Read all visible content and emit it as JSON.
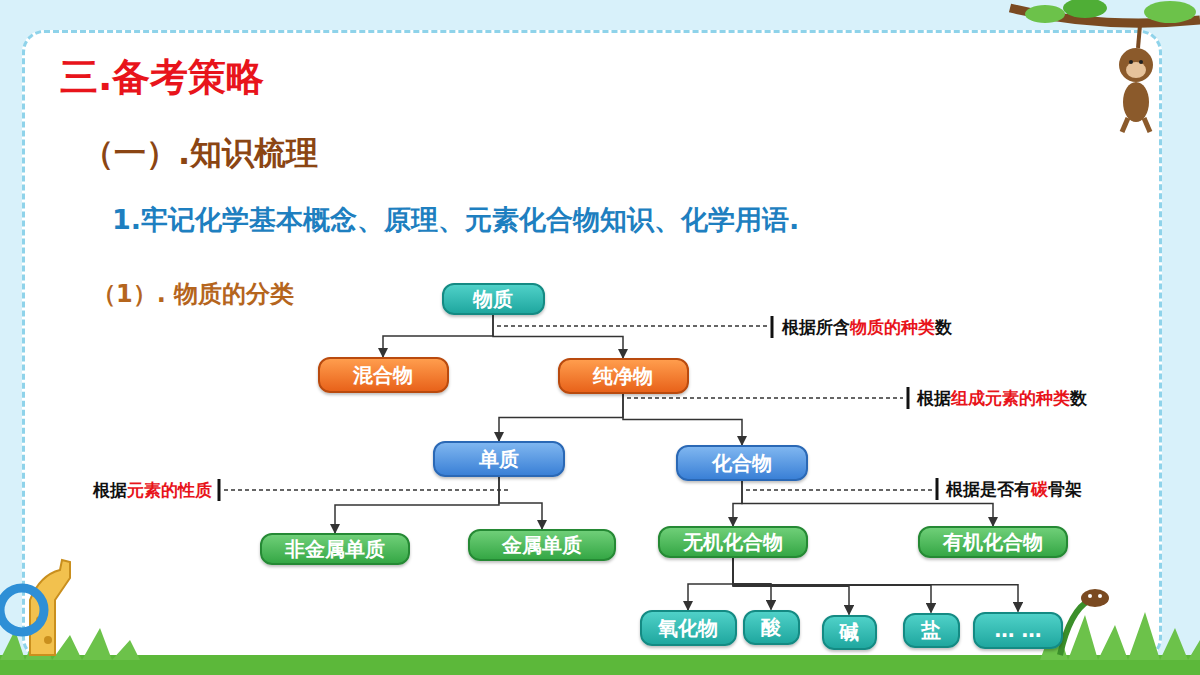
{
  "diagram": {
    "title": "三.备考策略",
    "nodes": [
      {
        "text": [
          "物质"
        ]
      },
      {
        "text": [
          "混合物"
        ]
      },
      {
        "text": [
          "纯净物"
        ]
      },
      {
        "text": [
          "单质"
        ]
      },
      {
        "text": [
          "化合物"
        ]
      },
      {
        "text": [
          "非金属单质"
        ]
      },
      {
        "text": [
          "金属单质"
        ]
      },
      {
        "text": [
          "无机化合物"
        ]
      },
      {
        "text": [
          "有机化合物"
        ]
      },
      {
        "text": [
          "氧化物"
        ]
      },
      {
        "text": [
          "酸"
        ]
      },
      {
        "text": [
          "碱"
        ]
      },
      {
        "text": [
          "盐"
        ]
      },
      {
        "text": [
          "… …"
        ]
      }
    ],
    "edges": [
      {
        "from": 0,
        "to": 1,
        "arrow": "to"
      },
      {
        "from": 0,
        "to": 2,
        "arrow": "to"
      },
      {
        "from": 2,
        "to": 3,
        "arrow": "to"
      },
      {
        "from": 2,
        "to": 4,
        "arrow": "to"
      },
      {
        "from": 3,
        "to": 5,
        "arrow": "to"
      },
      {
        "from": 3,
        "to": 6,
        "arrow": "to"
      },
      {
        "from": 4,
        "to": 7,
        "arrow": "to"
      },
      {
        "from": 4,
        "to": 8,
        "arrow": "to"
      },
      {
        "from": 7,
        "to": 9,
        "arrow": "to"
      },
      {
        "from": 7,
        "to": 10,
        "arrow": "to"
      },
      {
        "from": 7,
        "to": 11,
        "arrow": "to"
      },
      {
        "from": 7,
        "to": 12,
        "arrow": "to"
      },
      {
        "from": 7,
        "to": 13,
        "arrow": "to"
      }
    ],
    "labels": [
      "（一）.知识梳理",
      "1.牢记化学基本概念、原理、元素化合物知识、化学用语.",
      "（1）. 物质的分类",
      "根据所含",
      "物质的种类",
      "数",
      "根据",
      "组成元素的种类",
      "数",
      "根据",
      "元素的性质",
      "根据是否有",
      "碳",
      "骨架"
    ]
  }
}
